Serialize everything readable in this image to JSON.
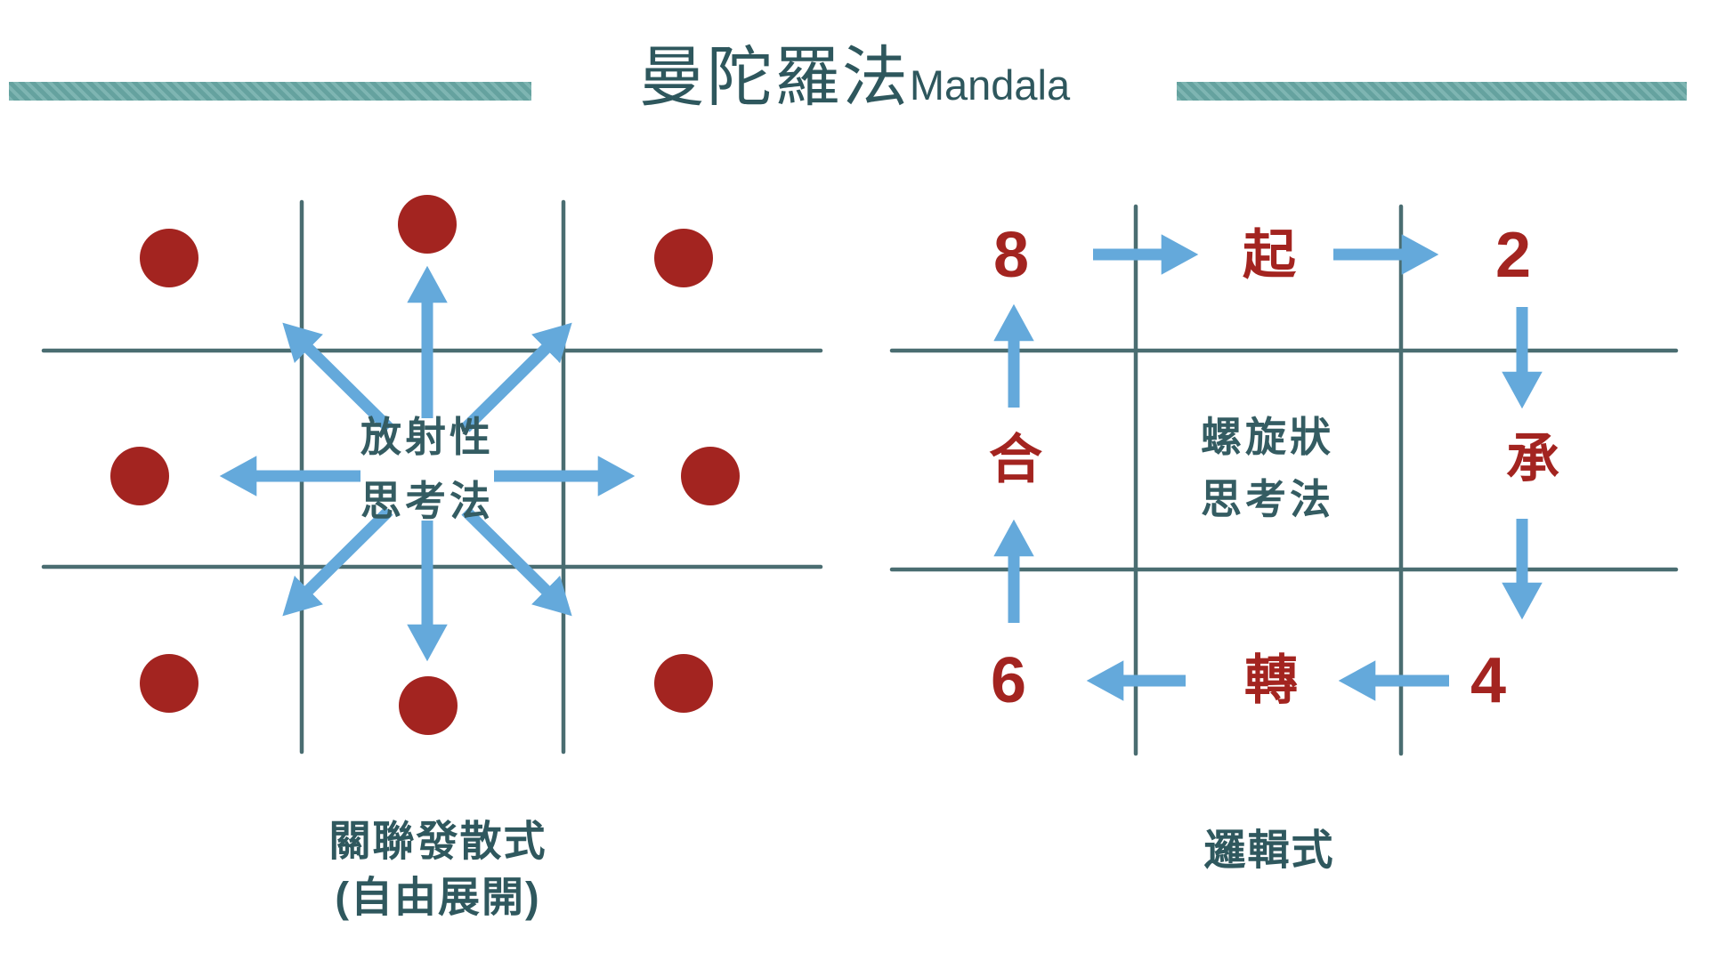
{
  "header": {
    "title_main": "曼陀羅法",
    "title_sub": "Mandala"
  },
  "left_diagram": {
    "center_line1": "放射性",
    "center_line2": "思考法",
    "caption_line1": "關聯發散式",
    "caption_line2": "(自由展開)",
    "dot_count": 8
  },
  "right_diagram": {
    "center_line1": "螺旋狀",
    "center_line2": "思考法",
    "caption": "邏輯式",
    "cells": {
      "top_left": "8",
      "top_center": "起",
      "top_right": "2",
      "middle_left": "合",
      "middle_right": "承",
      "bottom_left": "6",
      "bottom_center": "轉",
      "bottom_right": "4"
    },
    "flow_sequence": [
      "8",
      "起",
      "2",
      "承",
      "4",
      "轉",
      "6",
      "合"
    ]
  },
  "colors": {
    "teal_text": "#2e575d",
    "grid_line": "#41666a",
    "accent_red": "#a32420",
    "arrow_blue": "#64a9db",
    "bar_teal": "#6aa8a5"
  }
}
